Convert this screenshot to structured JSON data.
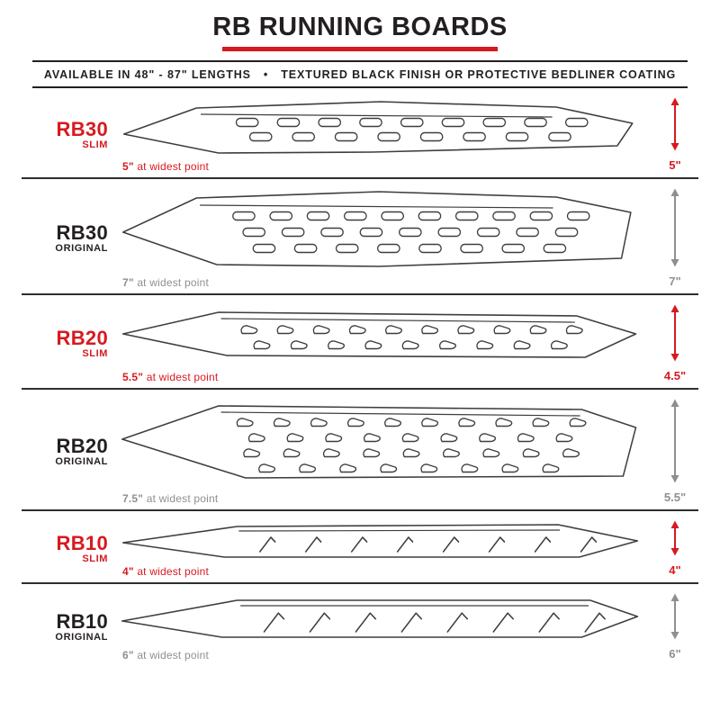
{
  "colors": {
    "red": "#d71920",
    "dark": "#231f20",
    "gray": "#8d8f91",
    "outline": "#3c3e40"
  },
  "header": {
    "title": "RB RUNNING BOARDS",
    "subtitle_left": "AVAILABLE IN 48\" - 87\" LENGTHS",
    "bullet": "•",
    "subtitle_right": "TEXTURED BLACK FINISH OR PROTECTIVE BEDLINER COATING"
  },
  "rows": [
    {
      "model": "RB30",
      "variant": "SLIM",
      "theme": "slim",
      "width_value": "5\"",
      "width_text": "at widest point",
      "height_label": "5\"",
      "board": {
        "kind": "oval",
        "size": "slim",
        "slot_rows": [
          9,
          8
        ]
      }
    },
    {
      "model": "RB30",
      "variant": "ORIGINAL",
      "theme": "original",
      "width_value": "7\"",
      "width_text": "at widest point",
      "height_label": "7\"",
      "board": {
        "kind": "oval",
        "size": "original",
        "slot_rows": [
          10,
          9,
          8
        ]
      }
    },
    {
      "model": "RB20",
      "variant": "SLIM",
      "theme": "slim",
      "width_value": "5.5\"",
      "width_text": "at widest point",
      "height_label": "4.5\"",
      "board": {
        "kind": "tear",
        "size": "slim",
        "slot_rows": [
          10,
          9
        ]
      }
    },
    {
      "model": "RB20",
      "variant": "ORIGINAL",
      "theme": "original",
      "width_value": "7.5\"",
      "width_text": "at widest point",
      "height_label": "5.5\"",
      "board": {
        "kind": "tear",
        "size": "original",
        "slot_rows": [
          10,
          9,
          9,
          8
        ]
      }
    },
    {
      "model": "RB10",
      "variant": "SLIM",
      "theme": "slim",
      "width_value": "4\"",
      "width_text": "at widest point",
      "height_label": "4\"",
      "board": {
        "kind": "slash",
        "size": "slim",
        "slot_rows": [
          8
        ]
      }
    },
    {
      "model": "RB10",
      "variant": "ORIGINAL",
      "theme": "original",
      "width_value": "6\"",
      "width_text": "at widest point",
      "height_label": "6\"",
      "board": {
        "kind": "slash",
        "size": "original",
        "slot_rows": [
          8
        ]
      }
    }
  ]
}
